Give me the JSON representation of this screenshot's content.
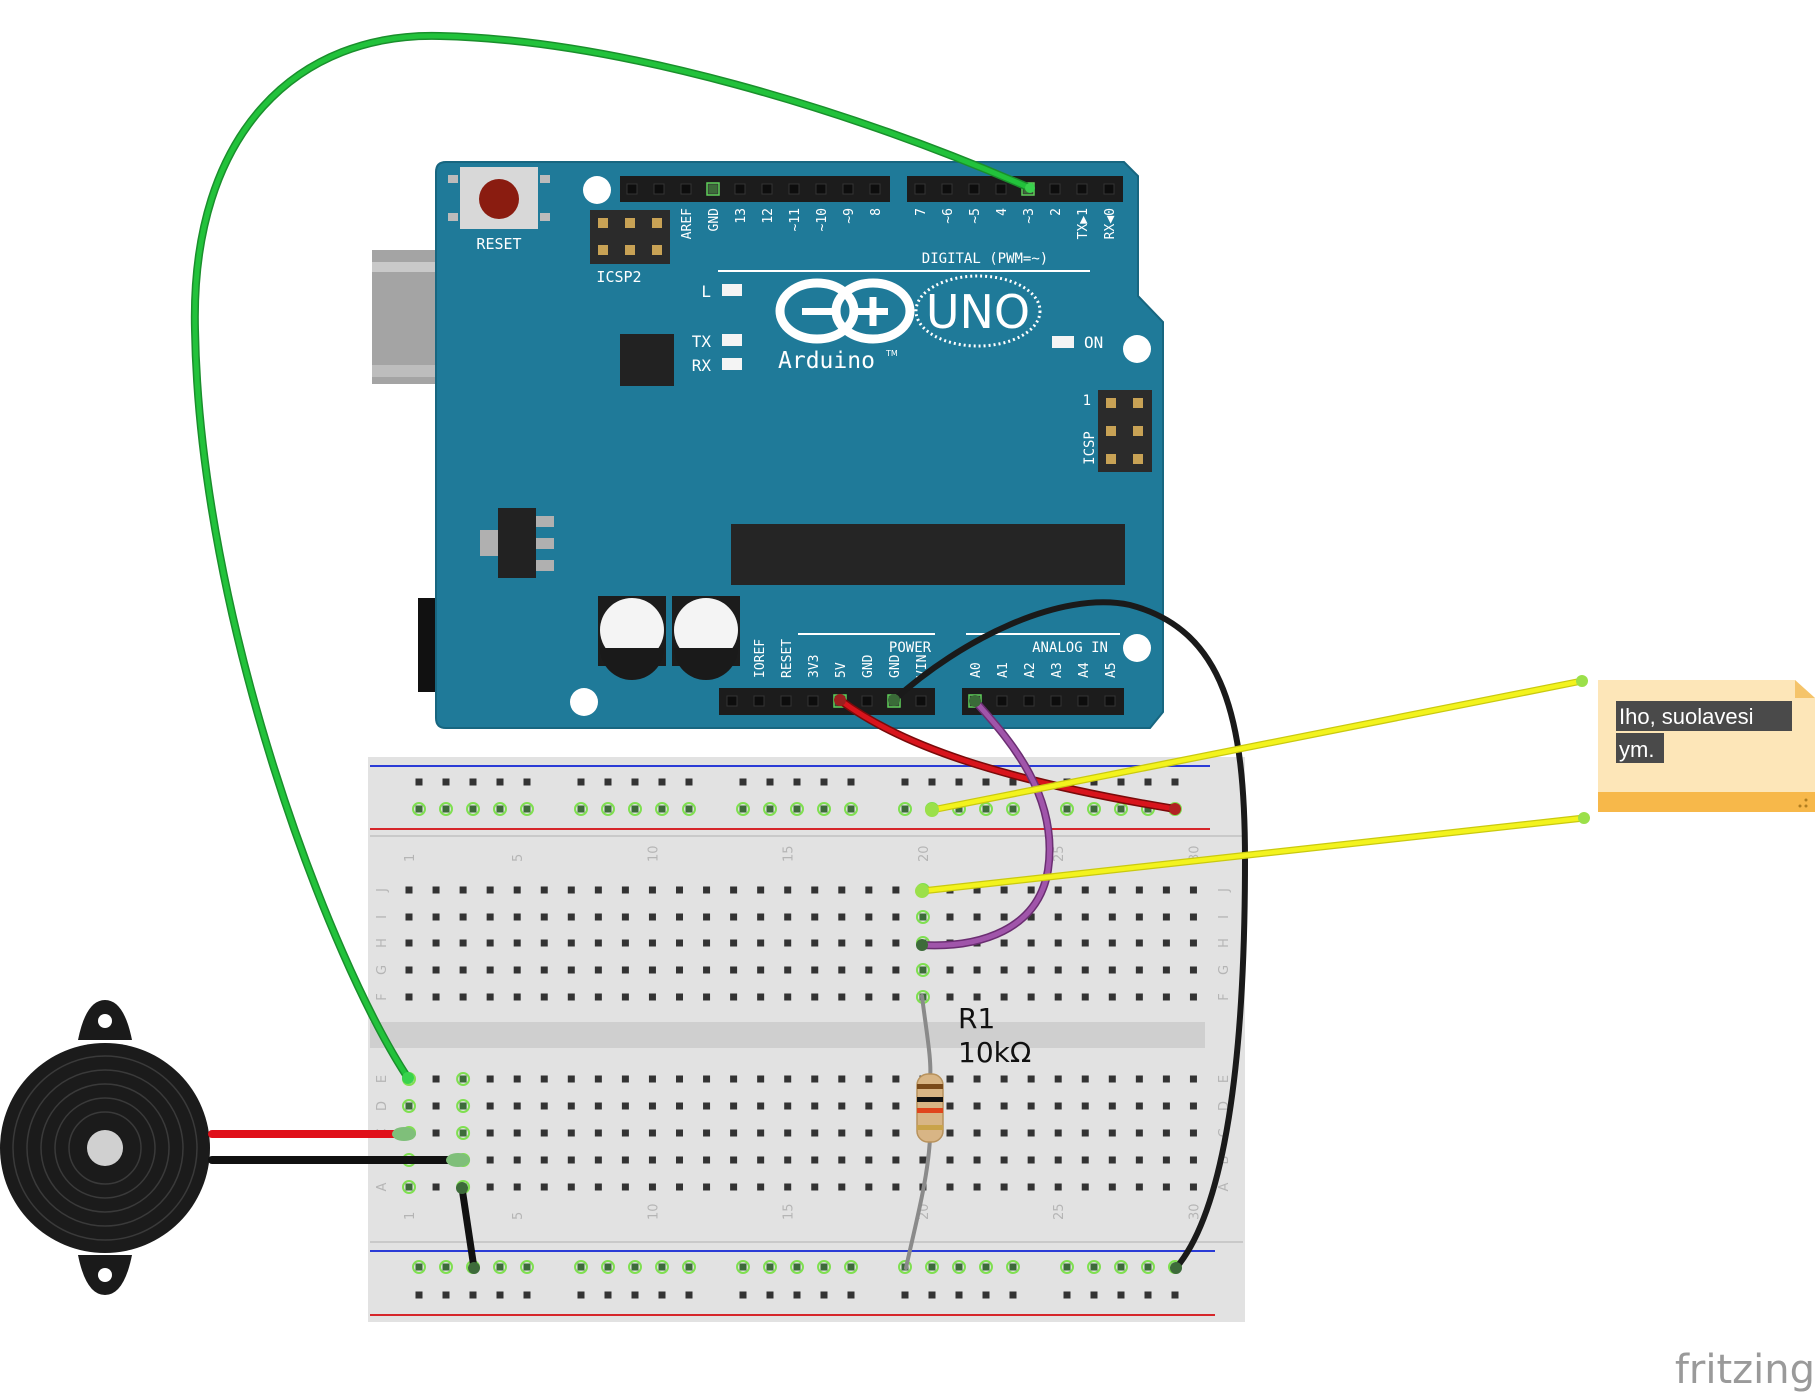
{
  "arduino": {
    "reset_label": "RESET",
    "icsp2_label": "ICSP2",
    "icsp_label": "ICSP",
    "icsp_pin1": "1",
    "digital_label": "DIGITAL (PWM=~)",
    "logo_text": "Arduino",
    "tm": "TM",
    "model": "UNO",
    "led_l": "L",
    "led_tx": "TX",
    "led_rx": "RX",
    "led_on": "ON",
    "power_label": "POWER",
    "analog_label": "ANALOG IN",
    "digital_pins_left": [
      "AREF",
      "GND",
      "13",
      "12",
      "~11",
      "~10",
      "~9",
      "8"
    ],
    "digital_pins_right": [
      "7",
      "~6",
      "~5",
      "4",
      "~3",
      "2",
      "TX▶1",
      "RX◀0"
    ],
    "power_pins": [
      "IOREF",
      "RESET",
      "3V3",
      "5V",
      "GND",
      "GND",
      "VIN"
    ],
    "analog_pins": [
      "A0",
      "A1",
      "A2",
      "A3",
      "A4",
      "A5"
    ]
  },
  "breadboard": {
    "column_numbers": [
      "1",
      "5",
      "10",
      "15",
      "20",
      "25",
      "30"
    ],
    "row_letters_top": [
      "J",
      "I",
      "H",
      "G",
      "F"
    ],
    "row_letters_bottom": [
      "E",
      "D",
      "C",
      "B",
      "A"
    ]
  },
  "resistor": {
    "name": "R1",
    "value": "10kΩ"
  },
  "note": {
    "text_line1": "Iho, suolavesi",
    "text_line2": "ym."
  },
  "watermark": "fritzing",
  "colors": {
    "board": "#1f7a99",
    "wire_green": "#22b33a",
    "wire_red": "#d9101a",
    "wire_black": "#1a1a1a",
    "wire_yellow": "#f2f21a",
    "wire_purple": "#9c4fa3",
    "wire_gray": "#9a9a9a",
    "note_bg": "#fde6b8"
  }
}
